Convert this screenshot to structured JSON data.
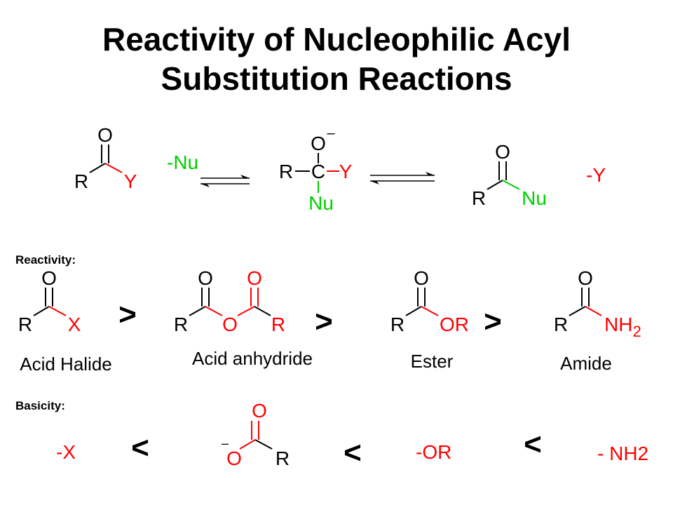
{
  "colors": {
    "black": "#000000",
    "red": "#ff0000",
    "green": "#00d000"
  },
  "title": {
    "line1": "Reactivity of Nucleophilic Acyl",
    "line2": "Substitution Reactions"
  },
  "reaction": {
    "reactant": {
      "o": "O",
      "r": "R",
      "y": "Y"
    },
    "reagent": "-Nu",
    "intermediate": {
      "o": "O",
      "charge": "–",
      "r": "R",
      "c": "C",
      "y": "Y",
      "nu": "Nu"
    },
    "product": {
      "o": "O",
      "r": "R",
      "nu": "Nu"
    },
    "leaving": "-Y"
  },
  "reactivity": {
    "label": "Reactivity:",
    "operator": ">",
    "acid_halide": {
      "o": "O",
      "r": "R",
      "x": "X",
      "name": "Acid Halide"
    },
    "anhydride": {
      "o1": "O",
      "o2": "O",
      "r1": "R",
      "obridge": "O",
      "r2": "R",
      "name": "Acid anhydride"
    },
    "ester": {
      "o": "O",
      "r": "R",
      "or": "OR",
      "name": "Ester"
    },
    "amide": {
      "o": "O",
      "r": "R",
      "nh": "NH",
      "sub": "2",
      "name": "Amide"
    }
  },
  "basicity": {
    "label": "Basicity:",
    "operator": "<",
    "halide_ion": "-X",
    "carboxylate": {
      "o_top": "O",
      "charge": "–",
      "o": "O",
      "r": "R"
    },
    "alkoxide": "-OR",
    "amide_ion": "- NH2"
  }
}
